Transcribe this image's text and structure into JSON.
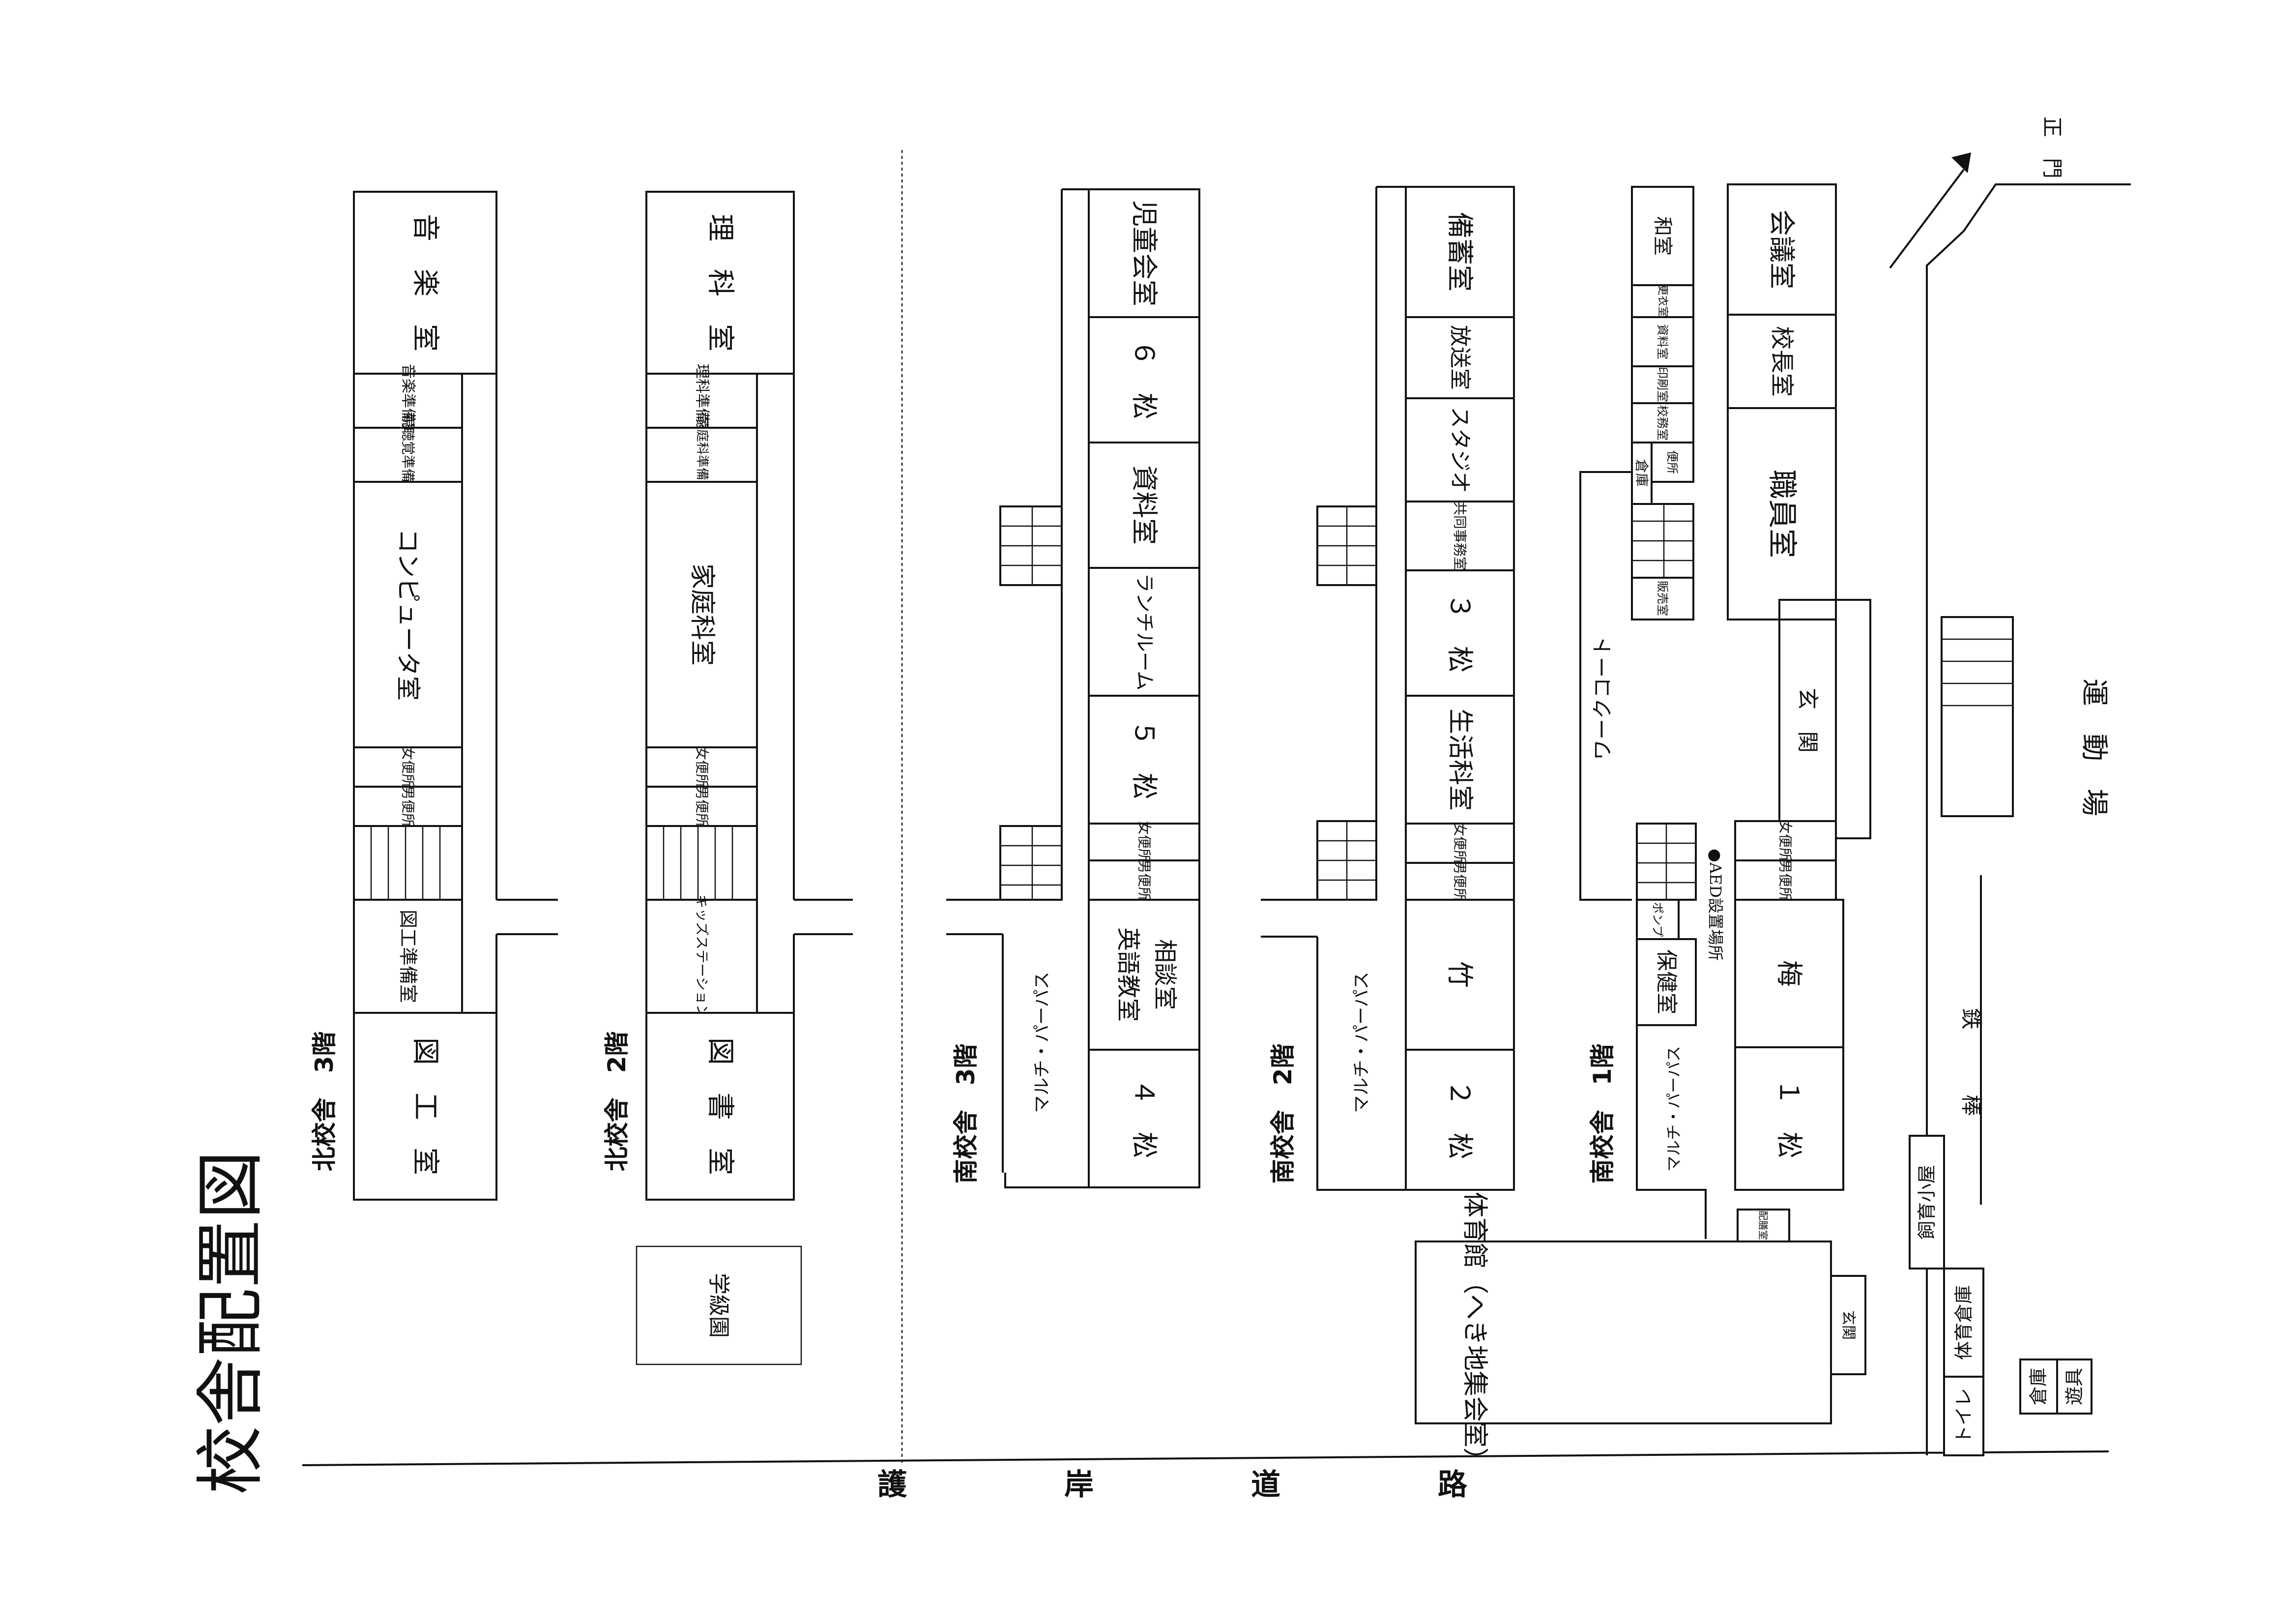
{
  "title": "校舎配置図",
  "floors": {
    "north3": "北校舎　3階",
    "north2": "北校舎　2階",
    "south3": "南校舎　3階",
    "south2": "南校舎　2階",
    "south1": "南校舎　1階"
  },
  "rooms": {
    "n3_music": "音　楽　室",
    "n3_music_prep": "音楽準備室",
    "n3_av_prep": "視聴覚準備室",
    "n3_computer": "コンピュータ室",
    "n3_wc_f": "女便所",
    "n3_wc_m": "男便所",
    "n3_art_prep": "図工準備室",
    "n3_art": "図　工　室",
    "n2_science": "理　科　室",
    "n2_sci_prep": "理科準備室",
    "n2_home_prep": "家庭科準備室",
    "n2_home": "家庭科室",
    "n2_wc_f": "女便所",
    "n2_wc_m": "男便所",
    "n2_kids": "キッズステーション",
    "n2_library": "図　書　室",
    "gakkyuen": "学級園",
    "s3_council": "児童会室",
    "s3_6m": "６　松",
    "s3_materials": "資料室",
    "s3_lunch": "ランチルーム",
    "s3_5m": "５　松",
    "s3_wc_f": "女便所",
    "s3_wc_m": "男便所",
    "s3_english": "英語教室",
    "s3_counsel": "相談室",
    "s3_4m": "４　松",
    "s3_multi": "マルチ・パーパス",
    "s2_storage": "備蓄室",
    "s2_broadcast": "放送室",
    "s2_studio": "スタジオ",
    "s2_office": "共同事務室",
    "s2_3m": "３　松",
    "s2_life": "生活科室",
    "s2_wc_f": "女便所",
    "s2_wc_m": "男便所",
    "s2_take": "竹",
    "s2_2m": "２　松",
    "s2_multi": "マルチ・パーパス",
    "s1_washitsu": "和室",
    "s1_kouishitsu": "更衣室",
    "s1_shiryo": "資料室",
    "s1_insatsu": "印刷室",
    "s1_koumu": "校務室",
    "s1_benjo": "便所",
    "s1_souko": "倉庫",
    "s1_hanbai": "販売室",
    "s1_meeting": "会議室",
    "s1_principal": "校長室",
    "s1_staff": "職員室",
    "s1_entrance": "玄　関",
    "s1_workcourt": "ワークコート",
    "s1_wc_f": "女便所",
    "s1_wc_m": "男便所",
    "s1_pump": "ポンプ",
    "s1_aed": "●AED設置場所",
    "s1_health": "保健室",
    "s1_ume": "梅",
    "s1_1m": "１　松",
    "s1_multi": "マルチ・パーパス",
    "gym_prep": "配膳室",
    "gym": "体育館（へき地集会室）",
    "gym_entrance": "玄関",
    "playground": "運　動　場",
    "main_gate": "正　門",
    "bar": "鉄　　　棒",
    "animal_hut": "飼育小屋",
    "pe_storage": "体育倉庫",
    "toilet": "トイレ",
    "storehouse": "倉庫",
    "playground_equipment": "遊具",
    "road": "護　岸　道　路"
  }
}
